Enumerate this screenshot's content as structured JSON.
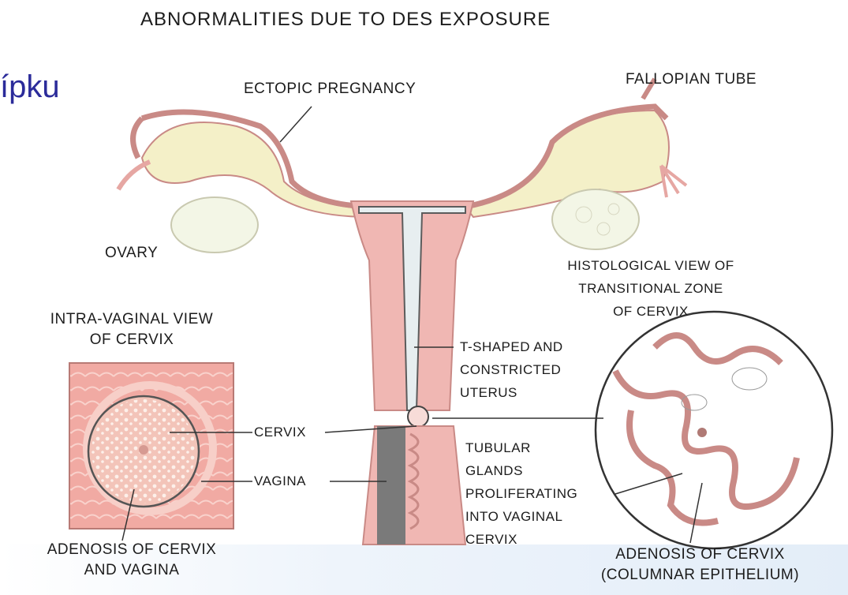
{
  "title": "ABNORMALITIES DUE TO DES EXPOSURE",
  "slide_fragment": "ípku",
  "labels": {
    "ectopic": "ECTOPIC PREGNANCY",
    "fallopian": "FALLOPIAN TUBE",
    "ovary": "OVARY",
    "intravaginal_1": "INTRA-VAGINAL VIEW",
    "intravaginal_2": "OF CERVIX",
    "histo_1": "HISTOLOGICAL VIEW OF",
    "histo_2": "TRANSITIONAL ZONE",
    "histo_3": "OF CERVIX",
    "tshaped_1": "T-SHAPED AND",
    "tshaped_2": "CONSTRICTED",
    "tshaped_3": "UTERUS",
    "cervix": "CERVIX",
    "vagina": "VAGINA",
    "tubular_1": "TUBULAR",
    "tubular_2": "GLANDS",
    "tubular_3": "PROLIFERATING",
    "tubular_4": "INTO VAGINAL",
    "tubular_5": "CERVIX",
    "adenosis_cv_1": "ADENOSIS OF CERVIX",
    "adenosis_cv_2": "AND VAGINA",
    "adenosis_col_1": "ADENOSIS OF CERVIX",
    "adenosis_col_2": "(COLUMNAR EPITHELIUM)"
  },
  "colors": {
    "tissue_pink": "#f0b7b3",
    "tissue_dark": "#c98a86",
    "tube_fill": "#f4f0c8",
    "ovary_fill": "#f3f6e6",
    "canal_gray": "#7a7a7a",
    "text": "#1c1c1c",
    "fragment": "#2b2b9a"
  }
}
